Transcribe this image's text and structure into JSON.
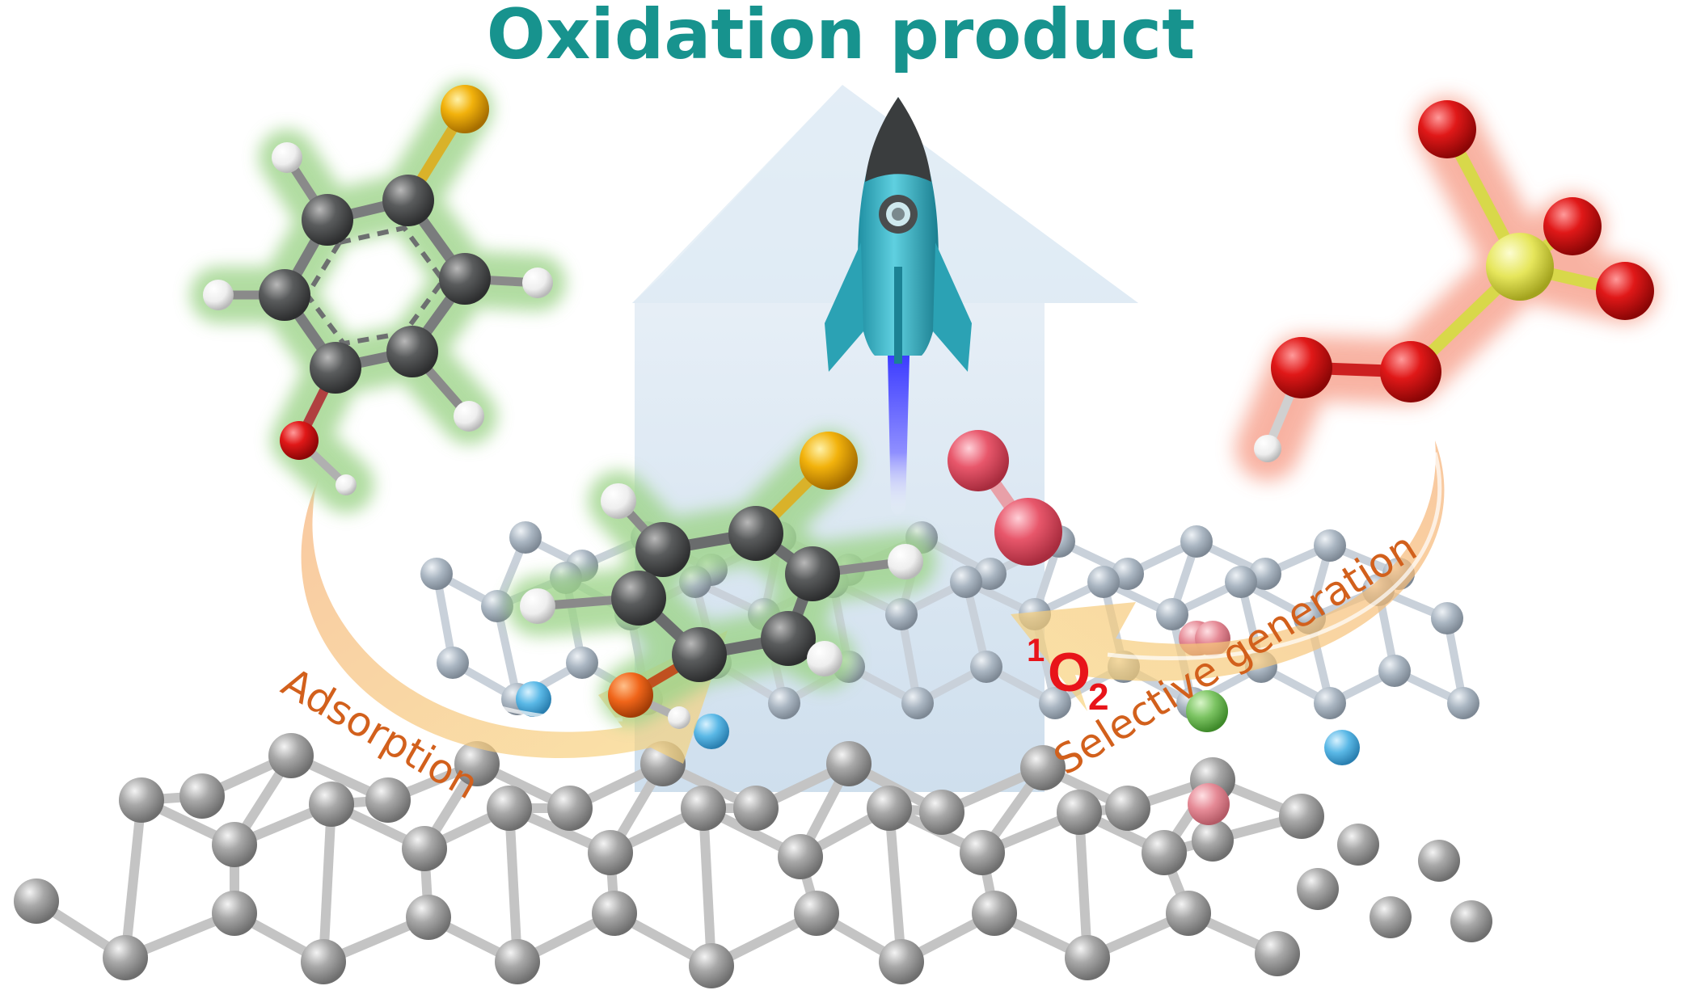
{
  "title": "Oxidation product",
  "labels": {
    "adsorption": "Adsorption",
    "singlet_oxygen_sup": "1",
    "singlet_oxygen_main": "O",
    "singlet_oxygen_sub": "2",
    "selective_generation": "Selective generation"
  },
  "colors": {
    "title": "#17938e",
    "label_orange": "#d2601c",
    "label_red": "#e8141a",
    "carbon_dark": "#555758",
    "carbon_grey": "#9a9a9a",
    "carbon_lightblue": "#a9b4c0",
    "nitrogen": "#5ab8e6",
    "hydrogen": "#f2f2f2",
    "sulfur": "#f2b20c",
    "oxygen_red": "#e01818",
    "oxygen_pink": "#e8576b",
    "pms_sulfur": "#e3e35a",
    "rocket_body": "#32b3c6",
    "arrow_fill": "#cfe0ef",
    "glow_green": "#9ed48a",
    "glow_red": "#f7a08c",
    "arc_orange": "#f29a50"
  },
  "icons": [
    "rocket-icon",
    "up-arrow-icon",
    "curved-arrow-icon"
  ]
}
